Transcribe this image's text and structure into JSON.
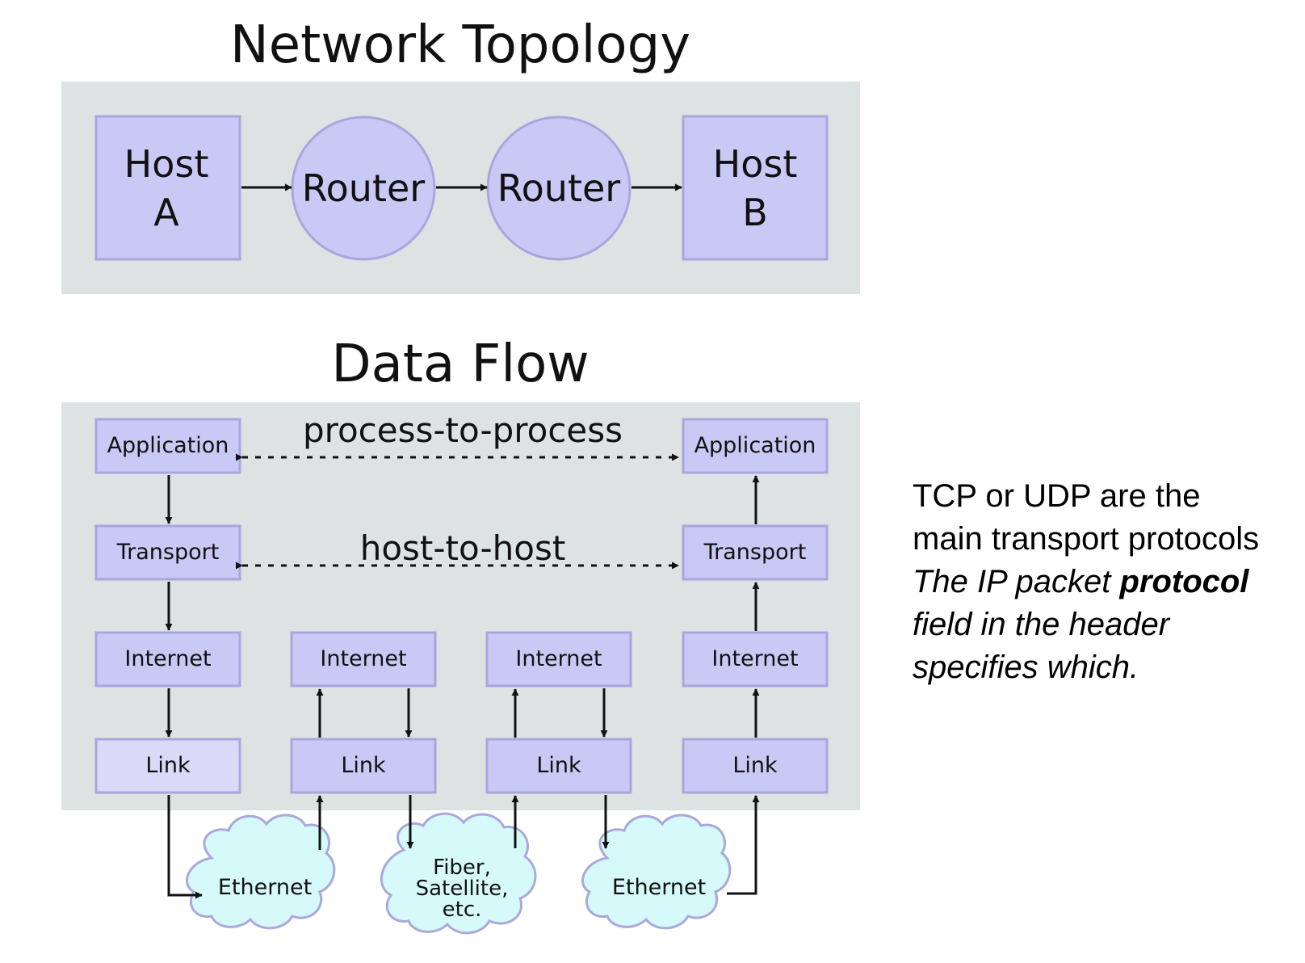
{
  "topology": {
    "title": "Network Topology",
    "host_a": [
      "Host",
      "A"
    ],
    "router1": "Router",
    "router2": "Router",
    "host_b": [
      "Host",
      "B"
    ]
  },
  "dataflow": {
    "title": "Data Flow",
    "process_label": "process-to-process",
    "host_label": "host-to-host",
    "left_stack": {
      "application": "Application",
      "transport": "Transport",
      "internet": "Internet",
      "link": "Link"
    },
    "router1_stack": {
      "internet": "Internet",
      "link": "Link"
    },
    "router2_stack": {
      "internet": "Internet",
      "link": "Link"
    },
    "right_stack": {
      "application": "Application",
      "transport": "Transport",
      "internet": "Internet",
      "link": "Link"
    },
    "cloud1": [
      "Ethernet"
    ],
    "cloud2": [
      "Fiber,",
      "Satellite,",
      "etc."
    ],
    "cloud3": [
      "Ethernet"
    ]
  },
  "note": {
    "line1": "TCP or UDP are the",
    "line2": "main transport protocols",
    "line3_italic": "The IP packet ",
    "line3_bold": "protocol",
    "line4": "field in the header",
    "line5": "specifies which."
  },
  "colors": {
    "panel": "#dde3e3",
    "node_fill": "#c9c9f5",
    "node_stroke": "#a7a7de",
    "left_link_fill": "#d9d9f8",
    "cloud_fill": "#d6fafa",
    "cloud_stroke": "#a9a9dc"
  }
}
